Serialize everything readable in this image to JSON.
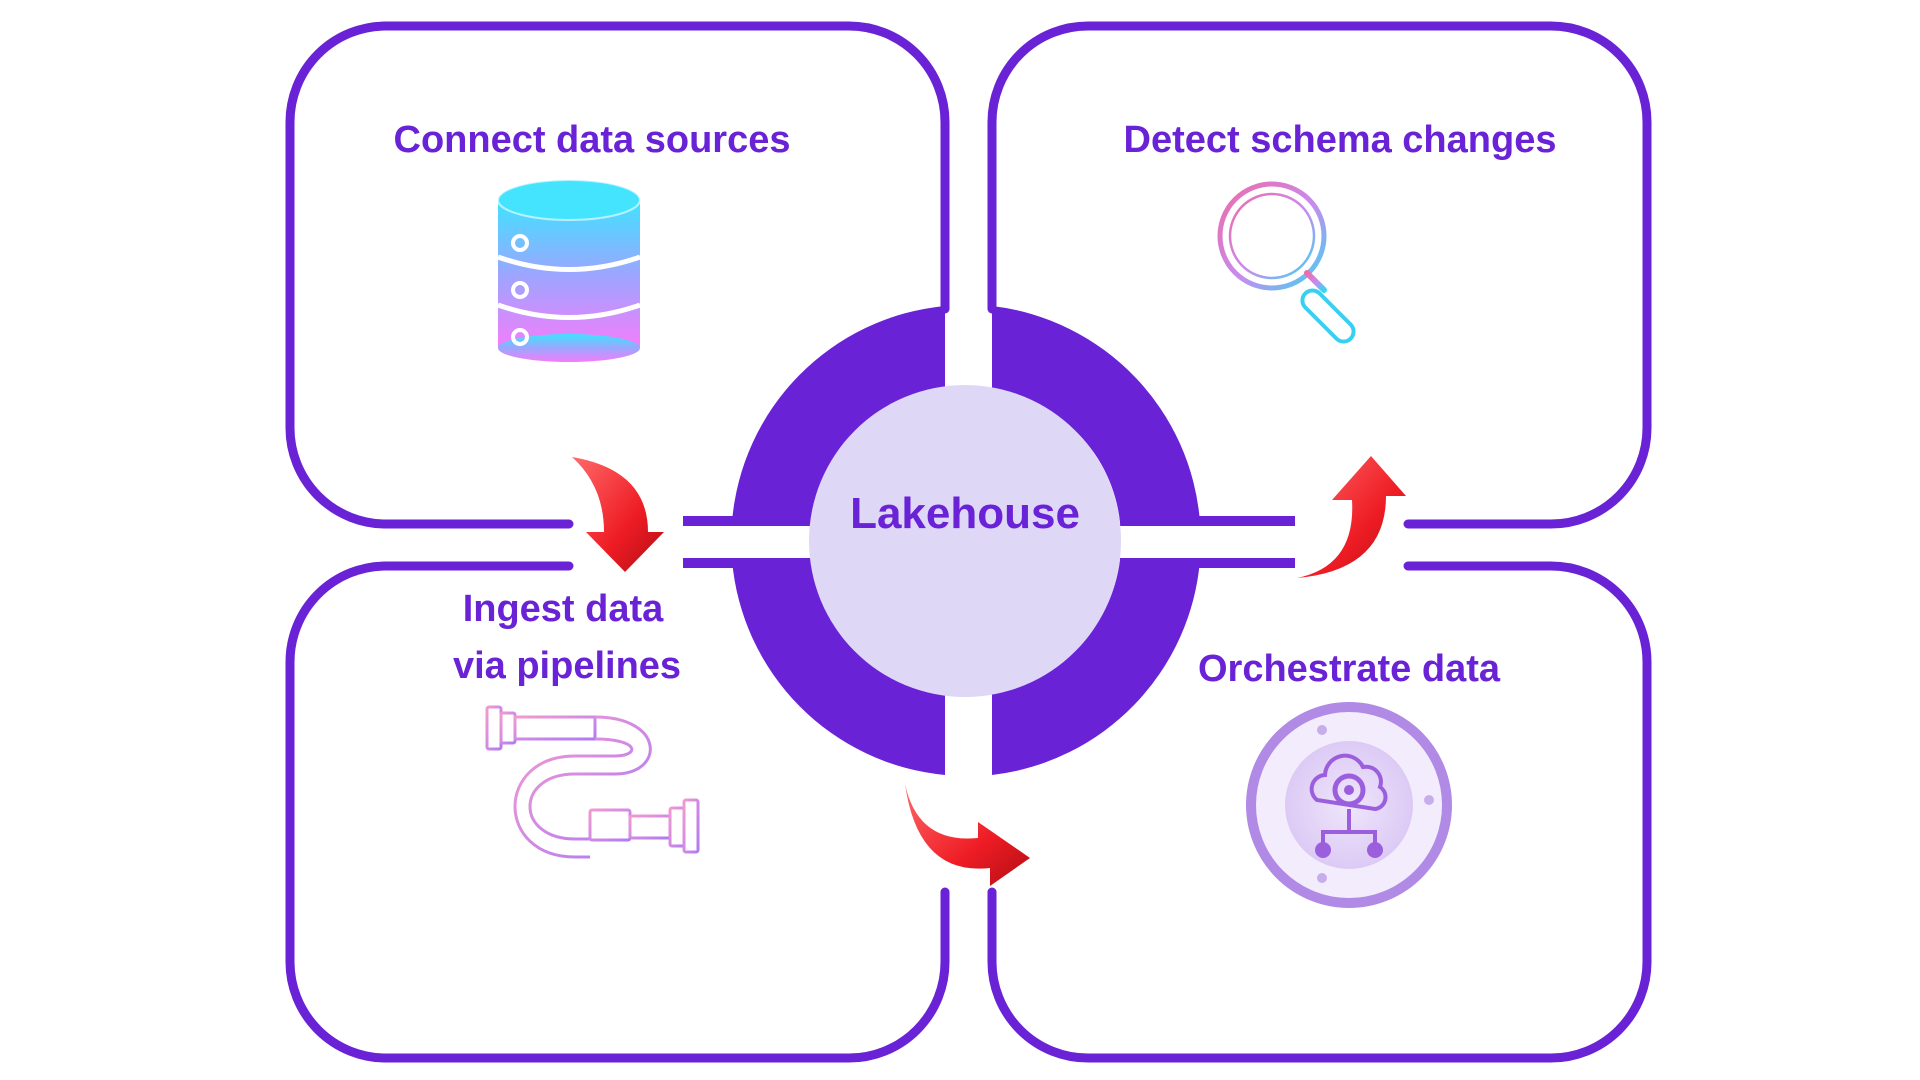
{
  "center": {
    "label": "Lakehouse"
  },
  "steps": [
    {
      "id": "connect",
      "label": "Connect data sources",
      "icon": "database-icon"
    },
    {
      "id": "detect",
      "label": "Detect schema changes",
      "icon": "magnifier-icon"
    },
    {
      "id": "ingest",
      "label_lines": [
        "Ingest data",
        "via pipelines"
      ],
      "icon": "pipeline-icon"
    },
    {
      "id": "orchestrate",
      "label": "Orchestrate data",
      "icon": "gear-network-icon"
    }
  ],
  "colors": {
    "accent": "#6a22d6",
    "center_fill": "#ded7f6",
    "arrow": "#f0202a",
    "background": "#ffffff"
  }
}
